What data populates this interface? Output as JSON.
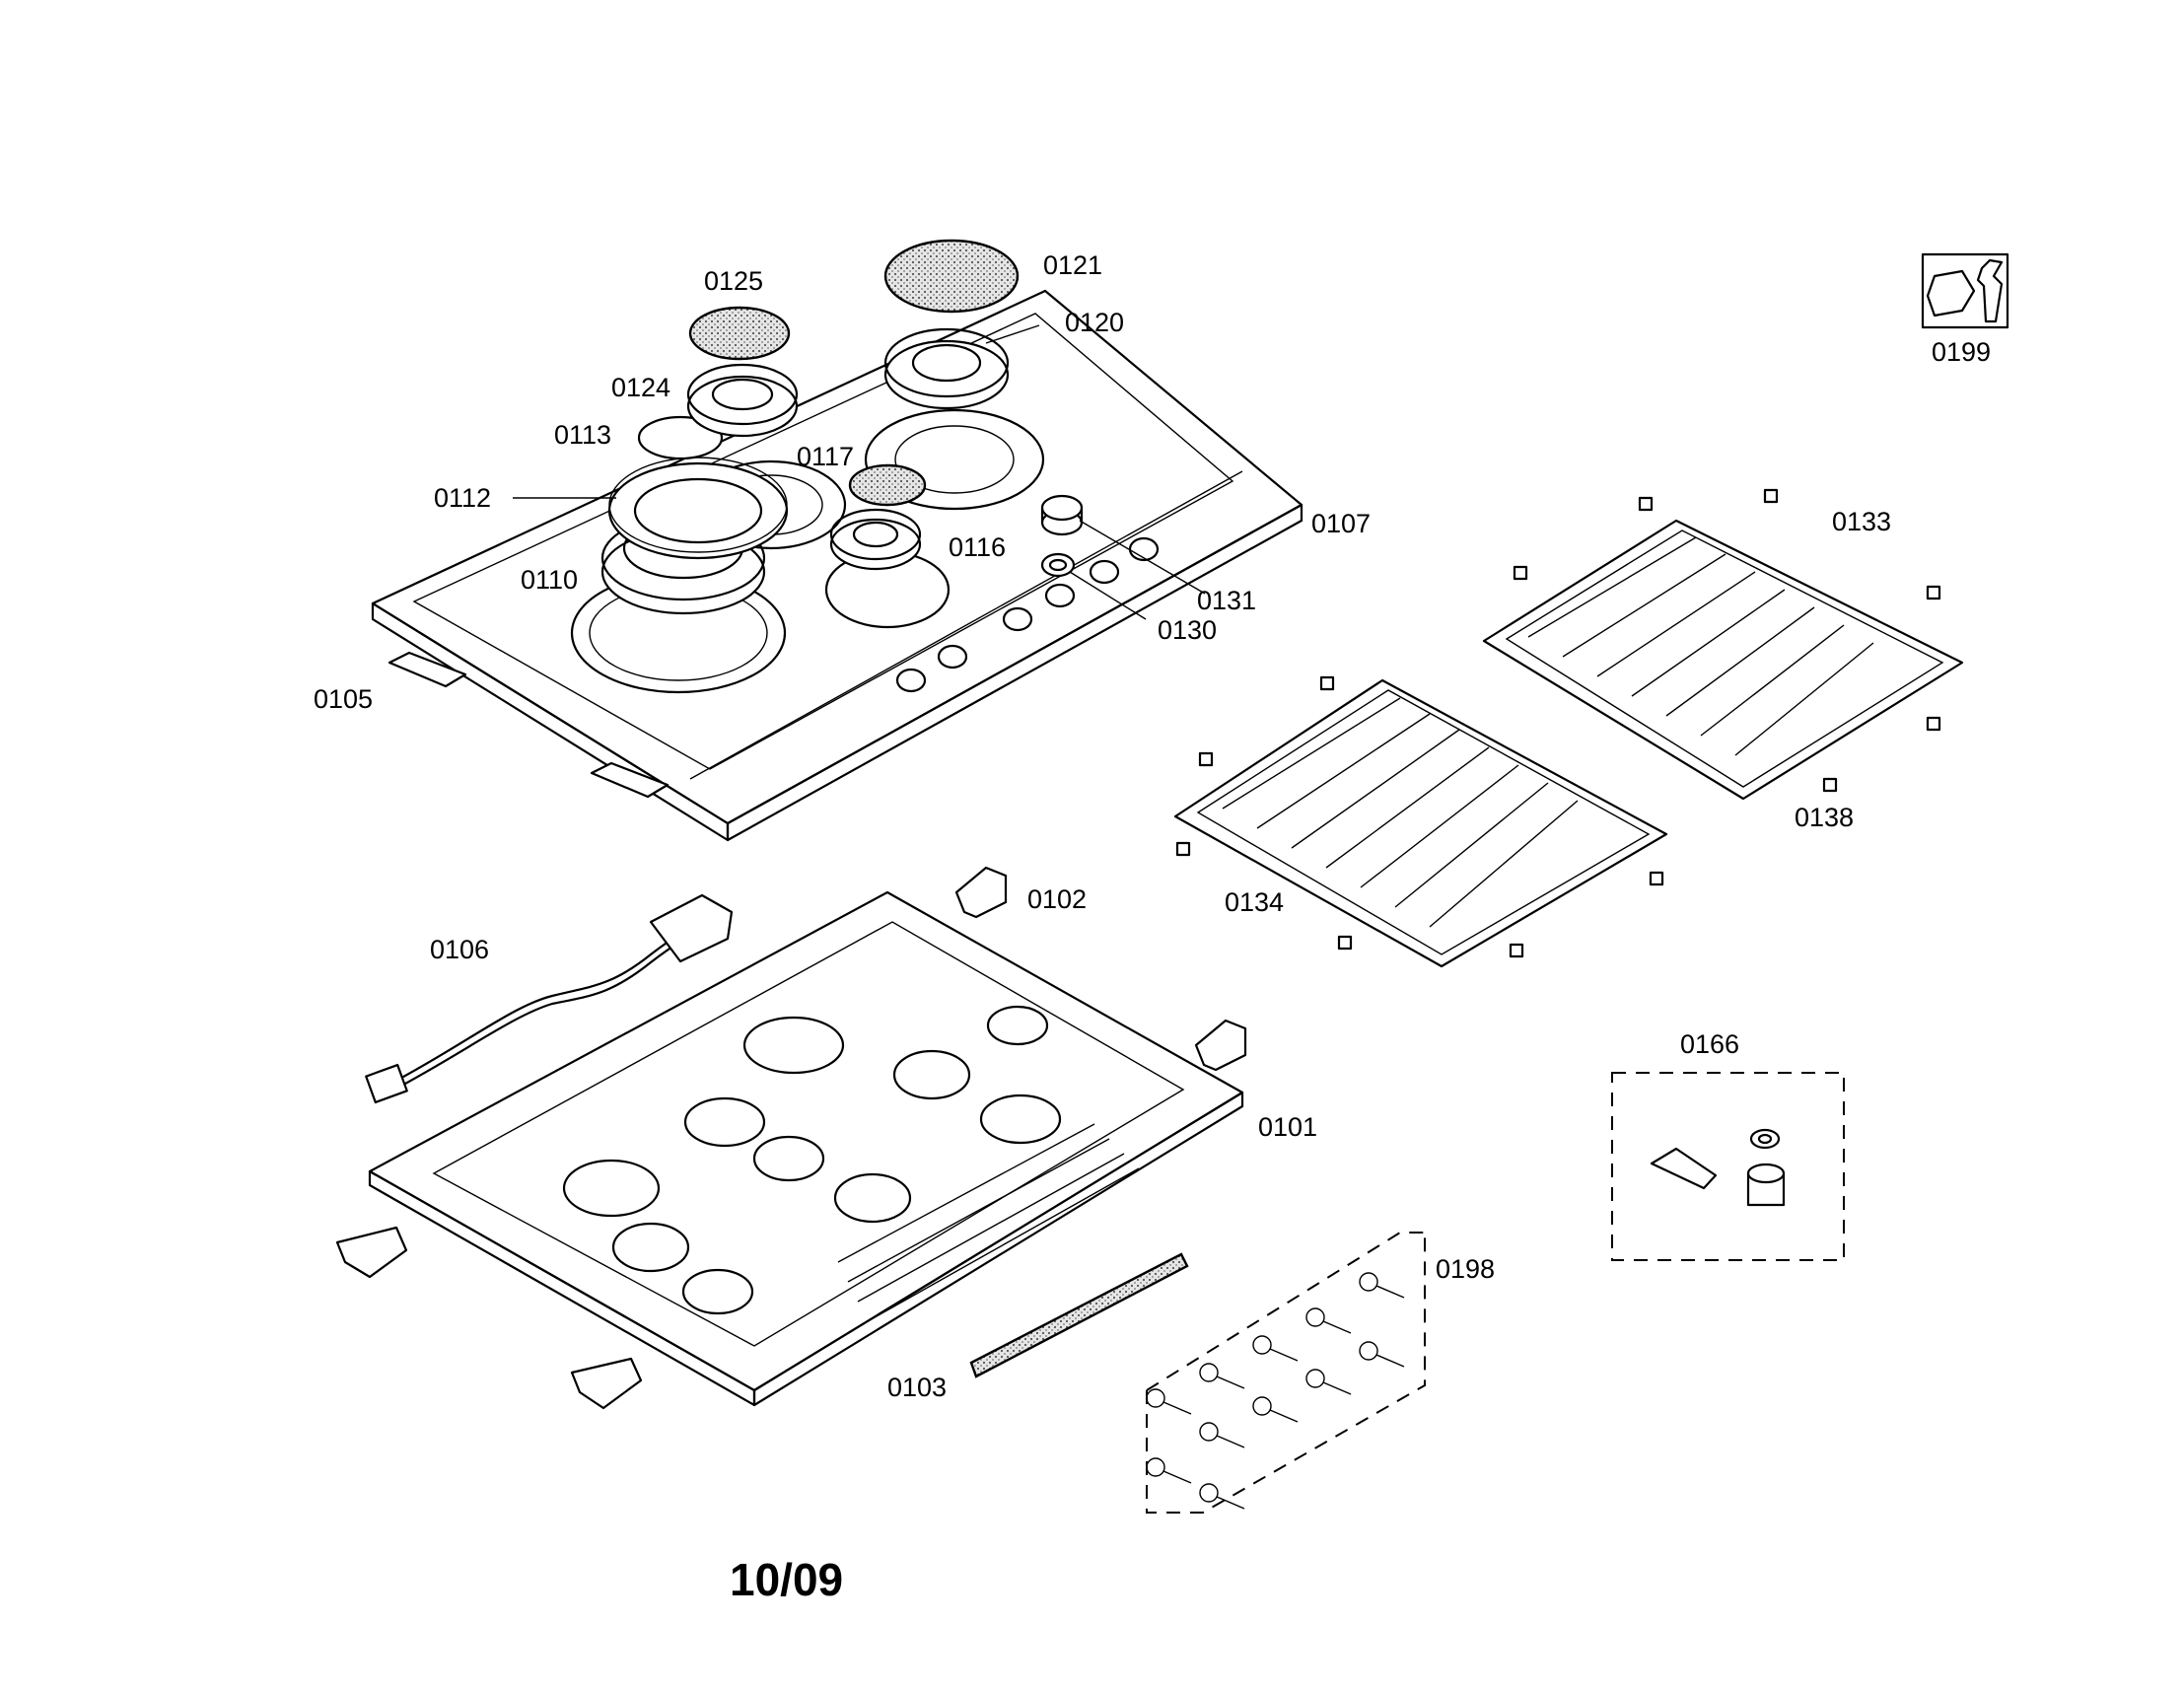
{
  "labels": {
    "p0101": "0101",
    "p0102": "0102",
    "p0103": "0103",
    "p0105": "0105",
    "p0106": "0106",
    "p0107": "0107",
    "p0110": "0110",
    "p0112": "0112",
    "p0113": "0113",
    "p0116": "0116",
    "p0117": "0117",
    "p0120": "0120",
    "p0121": "0121",
    "p0124": "0124",
    "p0125": "0125",
    "p0130": "0130",
    "p0131": "0131",
    "p0133": "0133",
    "p0134": "0134",
    "p0138": "0138",
    "p0166": "0166",
    "p0198": "0198",
    "p0199": "0199"
  },
  "date_code": "10/09",
  "icons": {
    "tool_icon": "wrench-nut-icon"
  }
}
